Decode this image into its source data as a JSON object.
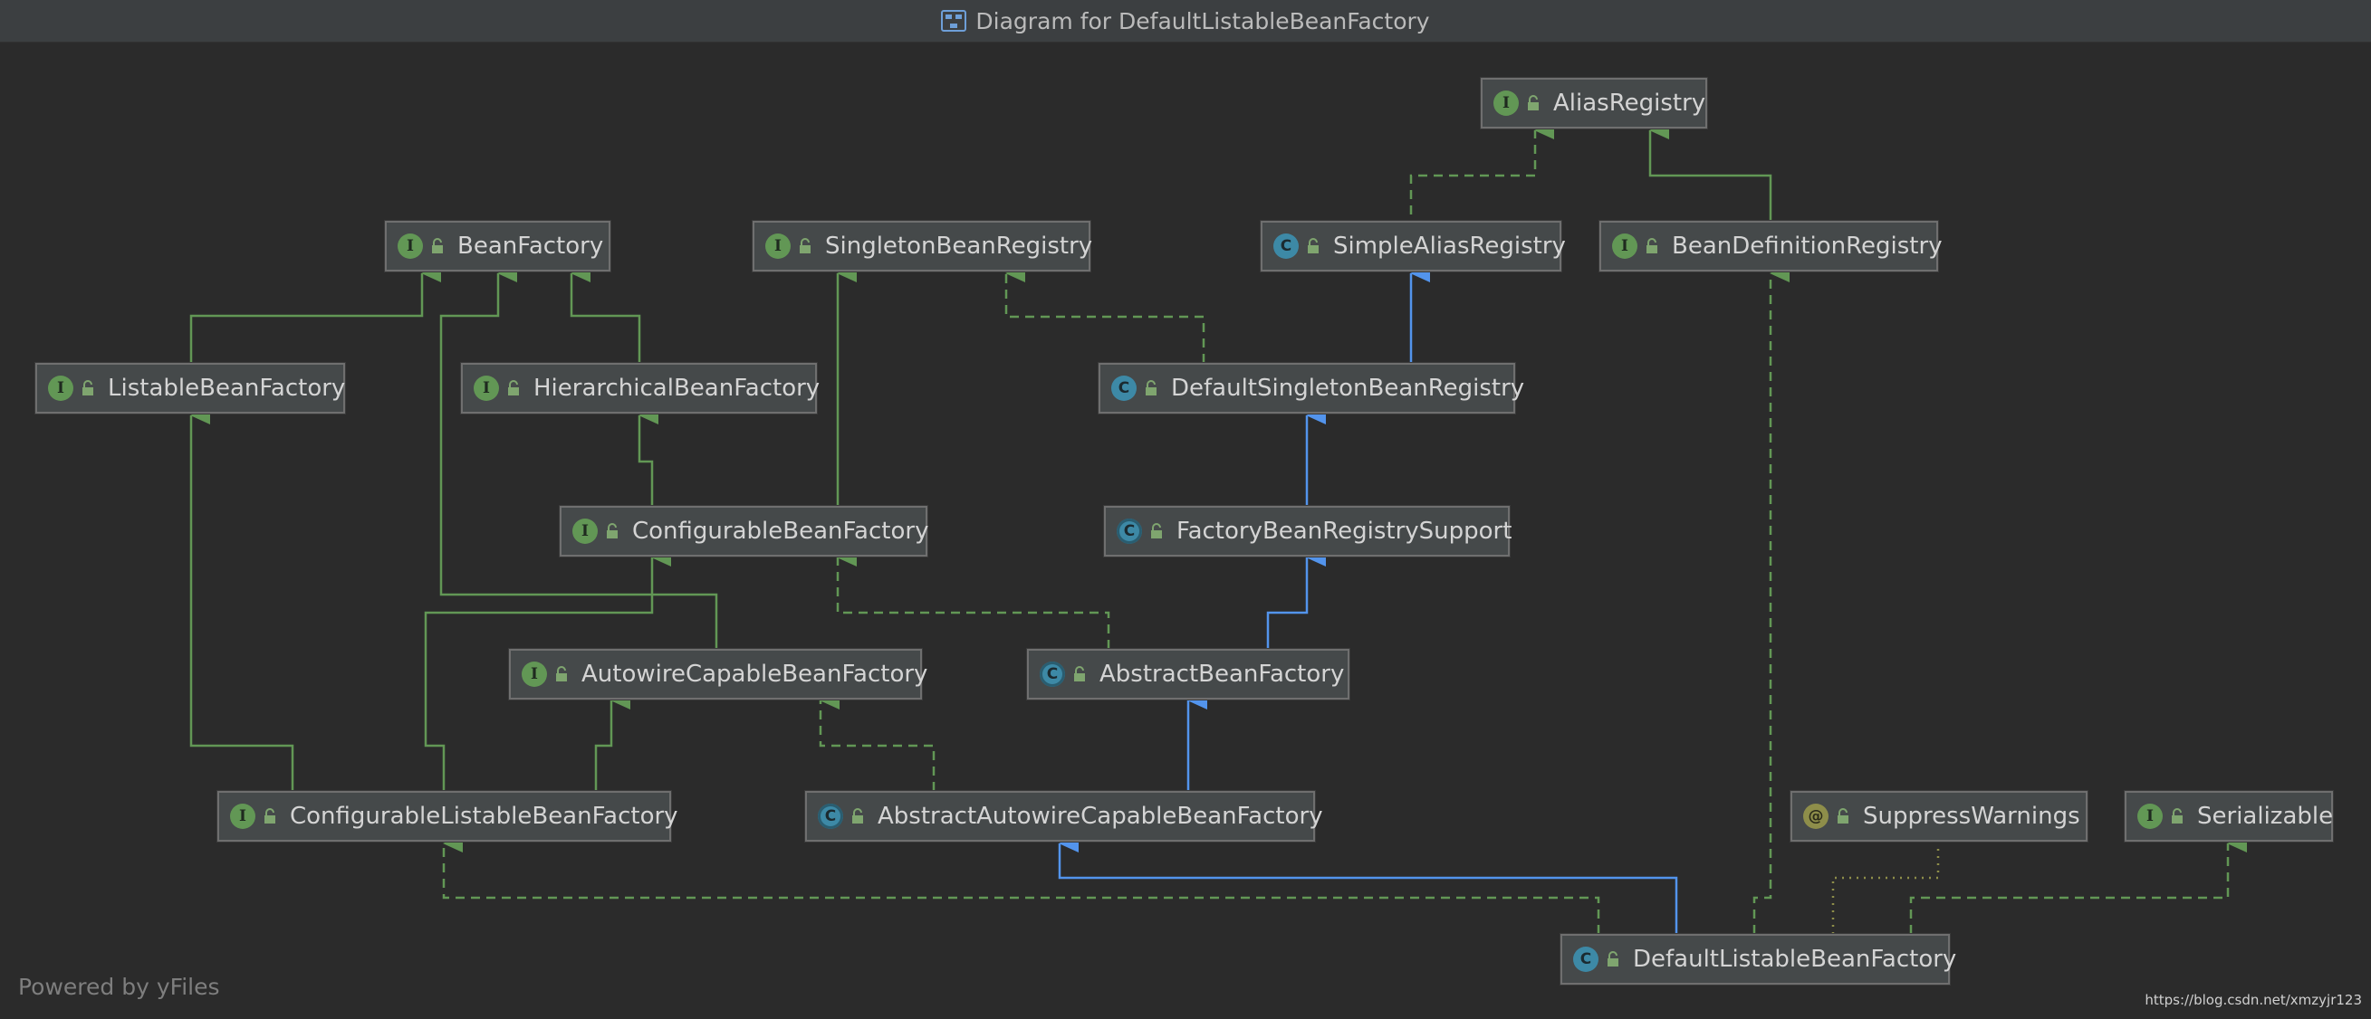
{
  "window": {
    "title": "Diagram for DefaultListableBeanFactory"
  },
  "nodes": {
    "alias_registry": {
      "label": "AliasRegistry",
      "kind": "interface",
      "badge": "I"
    },
    "bean_factory": {
      "label": "BeanFactory",
      "kind": "interface",
      "badge": "I"
    },
    "singleton_bean_registry": {
      "label": "SingletonBeanRegistry",
      "kind": "interface",
      "badge": "I"
    },
    "simple_alias_registry": {
      "label": "SimpleAliasRegistry",
      "kind": "class",
      "badge": "C"
    },
    "bean_definition_registry": {
      "label": "BeanDefinitionRegistry",
      "kind": "interface",
      "badge": "I"
    },
    "listable_bean_factory": {
      "label": "ListableBeanFactory",
      "kind": "interface",
      "badge": "I"
    },
    "hierarchical_bean_factory": {
      "label": "HierarchicalBeanFactory",
      "kind": "interface",
      "badge": "I"
    },
    "default_singleton_bean_registry": {
      "label": "DefaultSingletonBeanRegistry",
      "kind": "class",
      "badge": "C"
    },
    "configurable_bean_factory": {
      "label": "ConfigurableBeanFactory",
      "kind": "interface",
      "badge": "I"
    },
    "factory_bean_registry_support": {
      "label": "FactoryBeanRegistrySupport",
      "kind": "abstract",
      "badge": "C"
    },
    "autowire_capable_bean_factory": {
      "label": "AutowireCapableBeanFactory",
      "kind": "interface",
      "badge": "I"
    },
    "abstract_bean_factory": {
      "label": "AbstractBeanFactory",
      "kind": "abstract",
      "badge": "C"
    },
    "configurable_listable_bean_factory": {
      "label": "ConfigurableListableBeanFactory",
      "kind": "interface",
      "badge": "I"
    },
    "abstract_autowire_capable_bean_factory": {
      "label": "AbstractAutowireCapableBeanFactory",
      "kind": "abstract",
      "badge": "C"
    },
    "suppress_warnings": {
      "label": "SuppressWarnings",
      "kind": "annotation",
      "badge": "@"
    },
    "serializable": {
      "label": "Serializable",
      "kind": "interface",
      "badge": "I"
    },
    "default_listable_bean_factory": {
      "label": "DefaultListableBeanFactory",
      "kind": "class",
      "badge": "C"
    }
  },
  "edge_types": {
    "extends_class": {
      "color": "#5394ec",
      "style": "solid"
    },
    "extends_interface": {
      "color": "#629755",
      "style": "solid"
    },
    "implements": {
      "color": "#629755",
      "style": "dashed"
    },
    "annotated_by": {
      "color": "#8e8e4a",
      "style": "dotted"
    }
  },
  "edges": [
    {
      "from": "simple_alias_registry",
      "to": "alias_registry",
      "type": "implements"
    },
    {
      "from": "bean_definition_registry",
      "to": "alias_registry",
      "type": "extends_interface"
    },
    {
      "from": "listable_bean_factory",
      "to": "bean_factory",
      "type": "extends_interface"
    },
    {
      "from": "hierarchical_bean_factory",
      "to": "bean_factory",
      "type": "extends_interface"
    },
    {
      "from": "autowire_capable_bean_factory",
      "to": "bean_factory",
      "type": "extends_interface"
    },
    {
      "from": "default_singleton_bean_registry",
      "to": "singleton_bean_registry",
      "type": "implements"
    },
    {
      "from": "default_singleton_bean_registry",
      "to": "simple_alias_registry",
      "type": "extends_class"
    },
    {
      "from": "configurable_bean_factory",
      "to": "hierarchical_bean_factory",
      "type": "extends_interface"
    },
    {
      "from": "configurable_bean_factory",
      "to": "singleton_bean_registry",
      "type": "extends_interface"
    },
    {
      "from": "factory_bean_registry_support",
      "to": "default_singleton_bean_registry",
      "type": "extends_class"
    },
    {
      "from": "abstract_bean_factory",
      "to": "factory_bean_registry_support",
      "type": "extends_class"
    },
    {
      "from": "abstract_bean_factory",
      "to": "configurable_bean_factory",
      "type": "implements"
    },
    {
      "from": "configurable_listable_bean_factory",
      "to": "listable_bean_factory",
      "type": "extends_interface"
    },
    {
      "from": "configurable_listable_bean_factory",
      "to": "configurable_bean_factory",
      "type": "extends_interface"
    },
    {
      "from": "configurable_listable_bean_factory",
      "to": "autowire_capable_bean_factory",
      "type": "extends_interface"
    },
    {
      "from": "abstract_autowire_capable_bean_factory",
      "to": "autowire_capable_bean_factory",
      "type": "implements"
    },
    {
      "from": "abstract_autowire_capable_bean_factory",
      "to": "abstract_bean_factory",
      "type": "extends_class"
    },
    {
      "from": "default_listable_bean_factory",
      "to": "abstract_autowire_capable_bean_factory",
      "type": "extends_class"
    },
    {
      "from": "default_listable_bean_factory",
      "to": "configurable_listable_bean_factory",
      "type": "implements"
    },
    {
      "from": "default_listable_bean_factory",
      "to": "bean_definition_registry",
      "type": "implements"
    },
    {
      "from": "default_listable_bean_factory",
      "to": "serializable",
      "type": "implements"
    },
    {
      "from": "default_listable_bean_factory",
      "to": "suppress_warnings",
      "type": "annotated_by"
    }
  ],
  "footer": {
    "powered_by": "Powered by yFiles",
    "watermark": "https://blog.csdn.net/xmzyjr123"
  }
}
